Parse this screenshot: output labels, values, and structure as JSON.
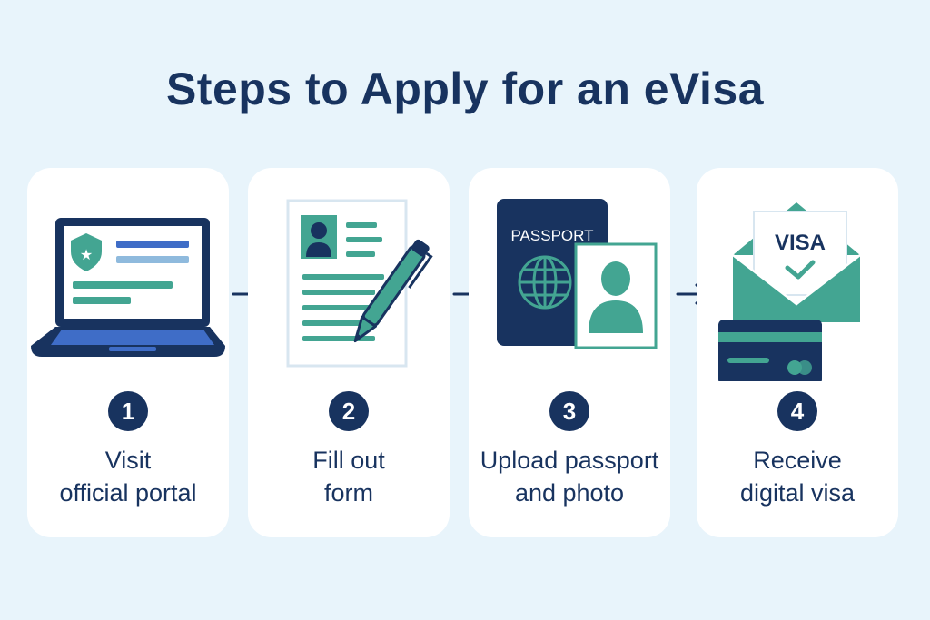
{
  "title": "Steps to Apply for an eVisa",
  "colors": {
    "navy": "#18335f",
    "teal": "#43a592",
    "light_blue": "#8fbadd",
    "background": "#e8f4fb"
  },
  "steps": [
    {
      "number": "1",
      "lines": [
        "Visit",
        "official portal"
      ],
      "icon": "laptop-icon"
    },
    {
      "number": "2",
      "lines": [
        "Fill out",
        "form"
      ],
      "icon": "form-pen-icon"
    },
    {
      "number": "3",
      "lines": [
        "Upload passport",
        "and photo"
      ],
      "icon": "passport-photo-icon",
      "passport_text": "PASSPORT"
    },
    {
      "number": "4",
      "lines": [
        "Receive",
        "digital visa"
      ],
      "icon": "visa-envelope-icon",
      "visa_text": "VISA"
    }
  ]
}
